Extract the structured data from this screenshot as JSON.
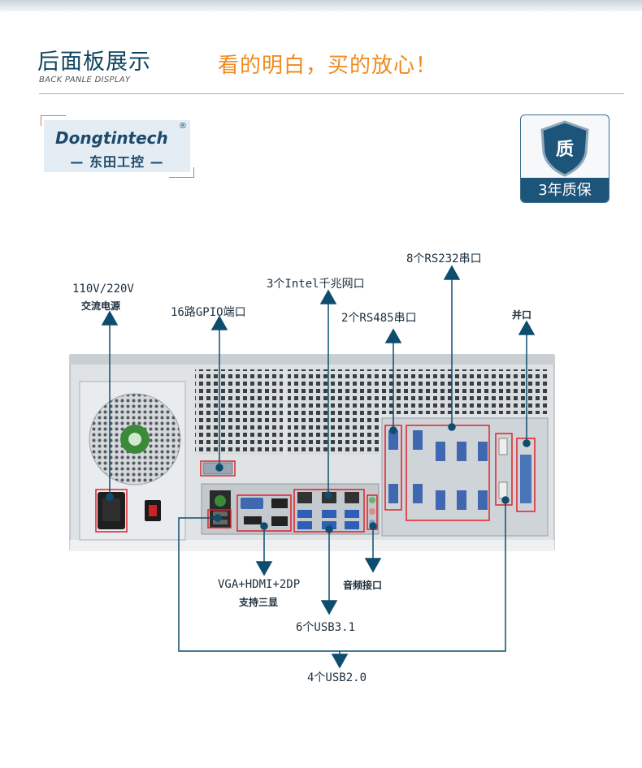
{
  "header": {
    "title_cn": "后面板展示",
    "title_en": "BACK PANLE DISPLAY",
    "slogan": "看的明白，买的放心！"
  },
  "logo": {
    "brand": "Dongtintech",
    "reg": "®",
    "name_cn": "— 东田工控 —"
  },
  "warranty": {
    "badge": "质",
    "text": "3年质保"
  },
  "callouts": {
    "power": {
      "line1": "110V/220V",
      "line2": "交流电源"
    },
    "gpio": "16路GPIO端口",
    "lan": "3个Intel千兆网口",
    "rs485": "2个RS485串口",
    "rs232": "8个RS232串口",
    "parallel": "并口",
    "display": {
      "line1": "VGA+HDMI+2DP",
      "line2": "支持三显"
    },
    "audio": "音频接口",
    "usb3": "6个USB3.1",
    "usb2": "4个USB2.0"
  },
  "colors": {
    "arrow": "#0e4d6e",
    "highlight": "#e0202a",
    "accent": "#f08a1f"
  }
}
